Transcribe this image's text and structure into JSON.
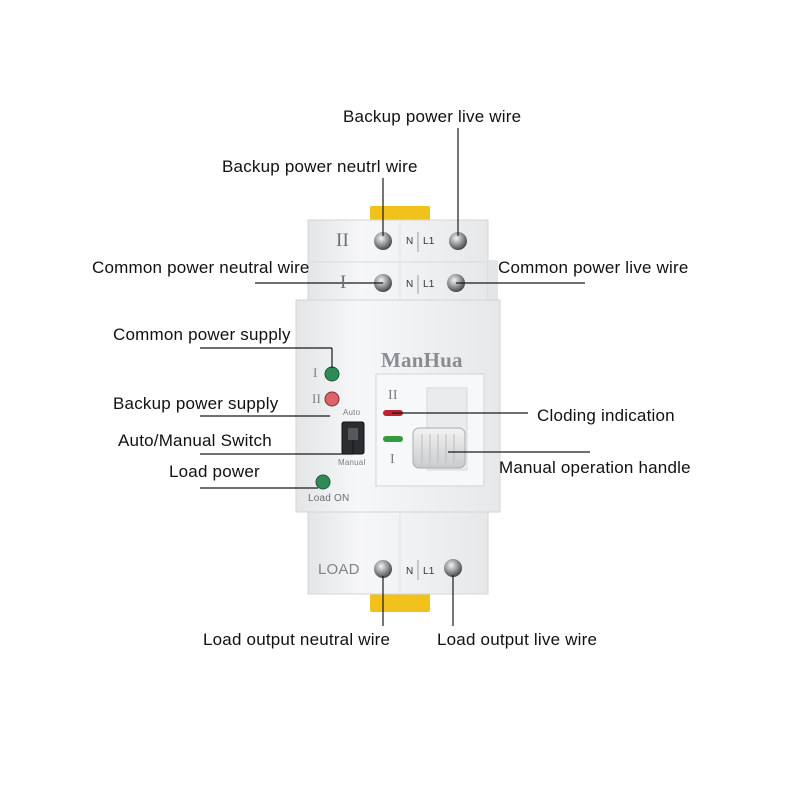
{
  "brand": "ManHua",
  "terminals": {
    "roman_two": "II",
    "roman_one": "I",
    "neutral": "N",
    "live": "L1",
    "load": "LOAD"
  },
  "front_panel": {
    "supply_one_mark": "I",
    "supply_two_mark": "II",
    "auto_label": "Auto",
    "manual_label": "Manual",
    "load_on_label": "Load ON",
    "indicator_two_mark": "II",
    "indicator_one_mark": "I"
  },
  "callouts": {
    "backup_live": "Backup power live wire",
    "backup_neutral": "Backup power neutrl wire",
    "common_neutral": "Common power neutral wire",
    "common_live": "Common power live wire",
    "common_supply": "Common power supply",
    "backup_supply": "Backup power supply",
    "auto_manual": "Auto/Manual Switch",
    "closing_indication": "Cloding indication",
    "load_power": "Load power",
    "manual_handle": "Manual operation handle",
    "load_neutral": "Load output neutral wire",
    "load_live": "Load output live wire"
  },
  "colors": {
    "body": "#f1f2f3",
    "clip": "#f2c21c",
    "supply_led": "#2e8b57",
    "backup_led": "#d9646a",
    "red_indicator": "#c0212e",
    "green_indicator": "#2f9e3f"
  }
}
